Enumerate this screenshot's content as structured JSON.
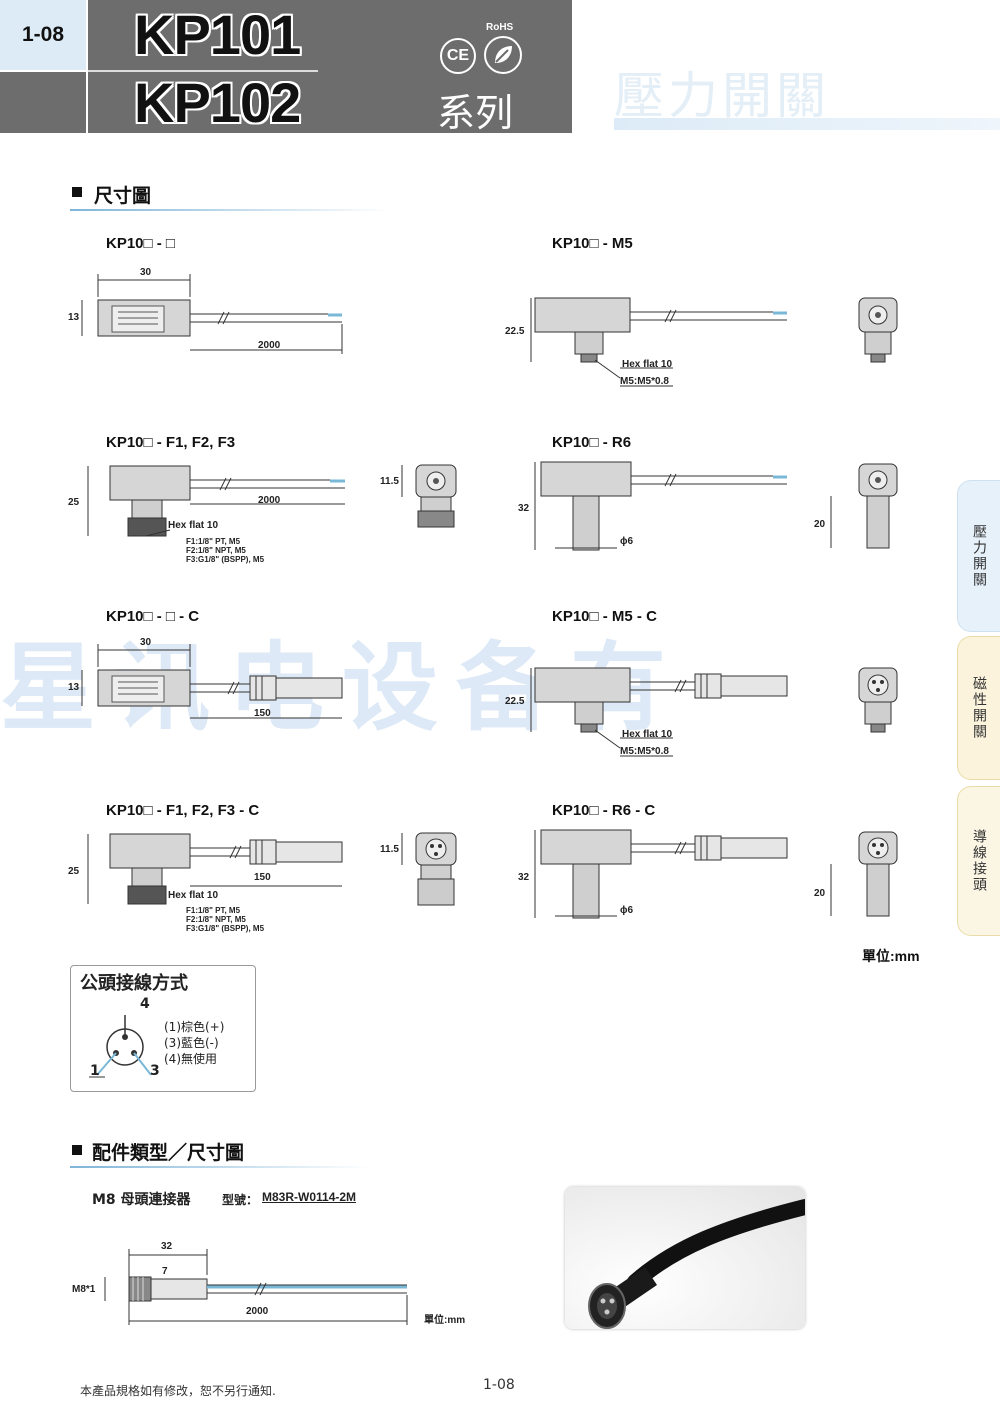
{
  "header": {
    "page_code": "1-08",
    "model_1": "KP101",
    "model_2": "KP102",
    "series": "系列",
    "rohs": "RoHS",
    "ce": "CE",
    "category": "壓力開關"
  },
  "section_dimensions": {
    "title": "尺寸圖",
    "unit": "單位:mm",
    "diagrams": [
      {
        "label": "KP10□ - □",
        "dims": [
          "30",
          "13",
          "2000"
        ]
      },
      {
        "label": "KP10□ - M5",
        "dims": [
          "22.5"
        ],
        "notes": [
          "Hex flat 10",
          "M5:M5*0.8"
        ]
      },
      {
        "label": "KP10□ - F1, F2, F3",
        "dims": [
          "25",
          "2000",
          "11.5"
        ],
        "notes": [
          "Hex flat 10",
          "F1:1/8\" PT, M5",
          "F2:1/8\" NPT, M5",
          "F3:G1/8\" (BSPP), M5"
        ]
      },
      {
        "label": "KP10□ - R6",
        "dims": [
          "32",
          "20",
          "ϕ6"
        ]
      },
      {
        "label": "KP10□ - □ - C",
        "dims": [
          "30",
          "13",
          "150"
        ]
      },
      {
        "label": "KP10□ - M5 - C",
        "dims": [
          "22.5"
        ],
        "notes": [
          "Hex flat 10",
          "M5:M5*0.8"
        ]
      },
      {
        "label": "KP10□ - F1, F2, F3 - C",
        "dims": [
          "25",
          "150",
          "11.5"
        ],
        "notes": [
          "Hex flat 10",
          "F1:1/8\" PT, M5",
          "F2:1/8\" NPT, M5",
          "F3:G1/8\" (BSPP), M5"
        ]
      },
      {
        "label": "KP10□ - R6 - C",
        "dims": [
          "32",
          "20",
          "ϕ6"
        ]
      }
    ]
  },
  "wiring": {
    "title": "公頭接線方式",
    "pins": [
      "4",
      "1",
      "3"
    ],
    "legend": [
      "(1)棕色(+)",
      "(3)藍色(-)",
      "(4)無使用"
    ]
  },
  "section_accessory": {
    "title": "配件類型／尺寸圖",
    "product": "M8 母頭連接器",
    "model_label": "型號：",
    "model": "M83R-W0114-2M",
    "dims": [
      "32",
      "7",
      "M8*1",
      "2000"
    ],
    "unit": "單位:mm"
  },
  "side_tabs": [
    "壓力開關",
    "磁性開關",
    "導線接頭"
  ],
  "watermark": "星讯电设备有",
  "footer": {
    "disclaimer": "本產品規格如有修改，恕不另行通知.",
    "page": "1-08"
  },
  "colors": {
    "header_gray": "#6d6d6d",
    "header_blue": "#dcebf5",
    "cable_blue": "#7ab8d8",
    "tab_blue": "#e6f1fa",
    "tab_yellow": "#fbf3dc"
  }
}
